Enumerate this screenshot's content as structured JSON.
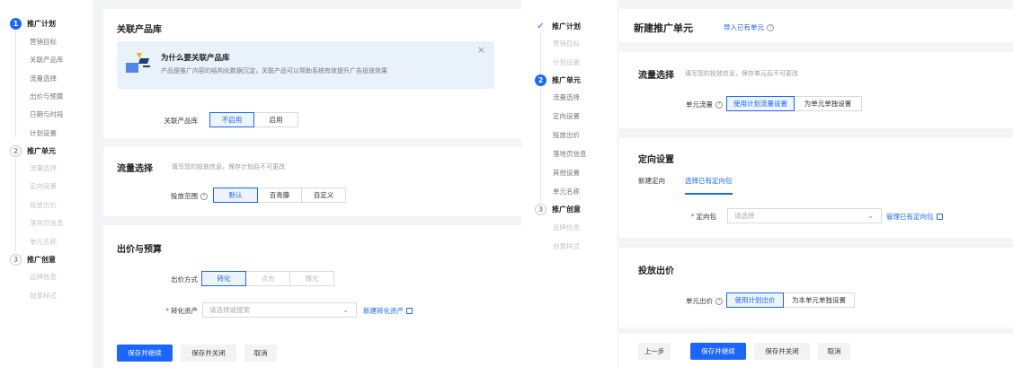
{
  "left": {
    "nav": {
      "step1": {
        "num": "1",
        "label": "推广计划"
      },
      "step1_items": [
        "营销目标",
        "关联产品库",
        "流量选择",
        "出价与预算",
        "日期与时段",
        "计划设置"
      ],
      "step2": {
        "num": "2",
        "label": "推广单元"
      },
      "step2_items": [
        "流量选择",
        "定向设置",
        "投放出价",
        "落地页信息",
        "单元名称"
      ],
      "step3": {
        "num": "3",
        "label": "推广创意"
      },
      "step3_items": [
        "品牌信息",
        "创意样式"
      ]
    },
    "product_lib": {
      "title": "关联产品库",
      "banner_title": "为什么要关联产品库",
      "banner_desc": "产品是推广内容的结构化数据沉淀，关联产品可以帮助系统有效提升广告投放效果",
      "close": "×",
      "field_label": "关联产品库",
      "options": [
        "不启用",
        "启用"
      ]
    },
    "traffic": {
      "title": "流量选择",
      "hint": "填写您的投放信息，保存计划后不可更改",
      "field_label": "投放范围",
      "options": [
        "默认",
        "百青藤",
        "自定义"
      ]
    },
    "bid": {
      "title": "出价与预算",
      "method_label": "出价方式",
      "method_options": [
        "转化",
        "点击",
        "曝光"
      ],
      "asset_label": "转化资产",
      "asset_placeholder": "请选择或搜索",
      "asset_link": "新建转化资产"
    },
    "footer": {
      "save_continue": "保存并继续",
      "save_close": "保存并关闭",
      "cancel": "取消"
    }
  },
  "right": {
    "nav": {
      "step1": {
        "num": "✓",
        "label": "推广计划"
      },
      "step1_items": [
        "营销目标",
        "计划设置"
      ],
      "step2": {
        "num": "2",
        "label": "推广单元"
      },
      "step2_items": [
        "流量选择",
        "定向设置",
        "投放出价",
        "落地页信息",
        "其他设置",
        "单元名称"
      ],
      "step3": {
        "num": "3",
        "label": "推广创意"
      },
      "step3_items": [
        "品牌信息",
        "创意样式"
      ]
    },
    "header": {
      "title": "新建推广单元",
      "import_link": "导入已有单元"
    },
    "traffic": {
      "title": "流量选择",
      "hint": "填写您的投放信息，保存单元后不可更改",
      "field_label": "单元流量",
      "options": [
        "使用计划流量设置",
        "为单元单独设置"
      ]
    },
    "targeting": {
      "title": "定向设置",
      "tabs": [
        "新建定向",
        "选择已有定向包"
      ],
      "pkg_label": "定向包",
      "pkg_placeholder": "请选择",
      "manage_link": "管理已有定向包"
    },
    "bidding": {
      "title": "投放出价",
      "field_label": "单元出价",
      "options": [
        "使用计划出价",
        "为本单元单独设置"
      ]
    },
    "footer": {
      "prev": "上一步",
      "save_continue": "保存并继续",
      "save_close": "保存并关闭",
      "cancel": "取消"
    }
  }
}
